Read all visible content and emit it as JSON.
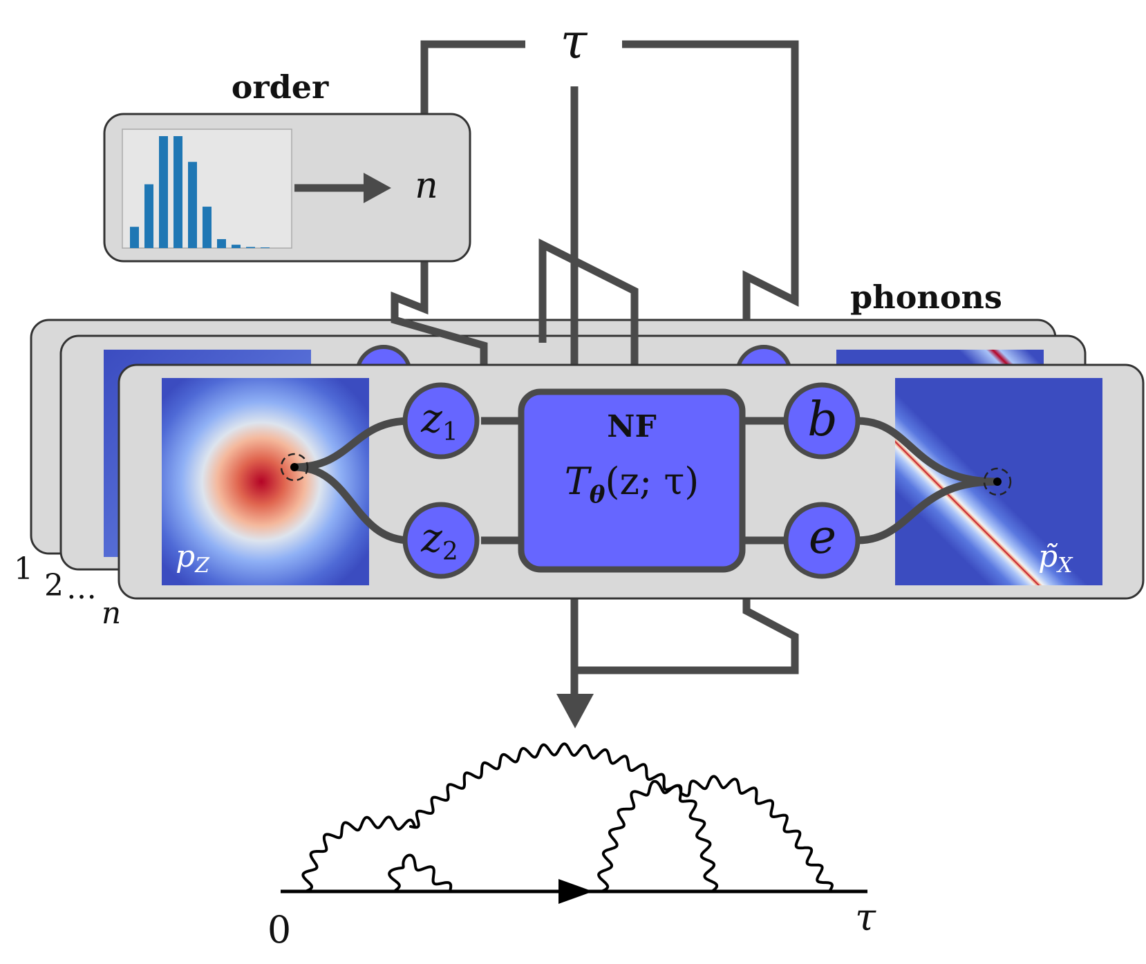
{
  "labels": {
    "tau_top": "τ",
    "order": "order",
    "n_node": "n",
    "phonons": "phonons",
    "nf_title": "NF",
    "nf_func_T": "T",
    "nf_func_theta": "θ",
    "nf_func_args": "(z; τ)",
    "z1": "z",
    "z1_sub": "1",
    "z2": "z",
    "z2_sub": "2",
    "b": "b",
    "e": "e",
    "p_z": "p",
    "p_z_sub": "Z",
    "p_x": "p̃",
    "p_x_sub": "X",
    "stack_1": "1",
    "stack_2": "2",
    "stack_dots": "…",
    "stack_n": "n",
    "axis_start": "0",
    "axis_end": "τ"
  },
  "histogram": {
    "values": [
      0.19,
      0.57,
      1.0,
      1.0,
      0.77,
      0.37,
      0.08,
      0.03,
      0.01,
      0.005
    ],
    "color": "#1f77b4"
  },
  "colors": {
    "panel": "#d9d9d9",
    "wire": "#4a4a4a",
    "node": "#6666ff",
    "heat_low": "#3b4cc0",
    "heat_high": "#b40426"
  }
}
